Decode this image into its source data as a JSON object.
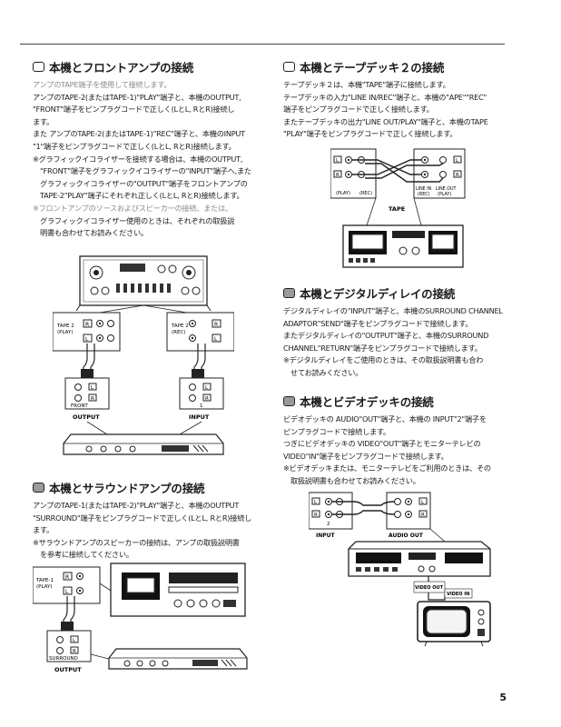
{
  "page_number": "5",
  "sections": {
    "front": {
      "title": "本機とフロントアンプの接続",
      "lines": [
        "アンプのTAPE端子を使用して接続します。",
        "アンプのTAPE-2(またはTAPE-1)\"PLAY\"端子と、本機のOUTPUT,",
        "\"FRONT\"端子をピンプラグコードで正しく(LとL, RとR)接続し",
        "ます。",
        "また アンプのTAPE-2(またはTAPE-1)\"REC\"端子と、本機のINPUT",
        "\"1\"端子をピンプラグコードで正しく(LとL, RとR)接続します。",
        "※グラフィックイコライザーを接続する場合は、本機のOUTPUT,",
        "\"FRONT\"端子をグラフィックイコライザーの\"INPUT\"端子へ,また",
        "グラフィックイコライザーの\"OUTPUT\"端子をフロントアンプの",
        "TAPE-2\"PLAY\"端子にそれぞれ正しく(LとL, RとR)接続します。",
        "※フロントアンプのソースおよびスピーカーの接続、または、",
        "グラフィックイコライザー使用のときは、それぞれの取扱説",
        "明書も合わせてお読みください。"
      ],
      "diagram": {
        "left_jack": "TAPE 2\n(PLAY)",
        "right_jack": "TAPE 2\n(REC)",
        "left_unit": "FRONT",
        "right_unit": "1",
        "left_caption": "OUTPUT",
        "right_caption": "INPUT"
      }
    },
    "tape": {
      "title": "本機とテープデッキ２の接続",
      "lines": [
        "テープデッキ２は、本機\"TAPE\"端子に接続します。",
        "テープデッキの入力\"LINE IN/REC\"端子と、本機の\"APE\"\"REC\"",
        "端子をピンプラグコードで正しく接続します。",
        "またテープデッキの出力\"LINE OUT/PLAY\"端子と、本機のTAPE",
        "\"PLAY\"端子をピンプラグコードで正しく接続します。"
      ],
      "diagram": {
        "left_labels": "(PLAY) (REC)",
        "right_left": "LINE IN\n(REC)",
        "right_right": "LINE OUT\n(PLAY)",
        "caption": "TAPE"
      }
    },
    "digital": {
      "title": "本機とデジタルディレイの接続",
      "lines": [
        "デジタルディレイの\"INPUT\"端子と、本機のSURROUND CHANNEL",
        "ADAPTOR\"SEND\"端子をピンプラグコードで接続します。",
        "またデジタルディレイの\"OUTPUT\"端子と、本機のSURROUND",
        "CHANNEL\"RETURN\"端子をピンプラグコードで接続します。",
        "※デジタルディレイをご使用のときは、その取扱説明書も合わ",
        "せてお読みください。"
      ]
    },
    "video": {
      "title": "本機とビデオデッキの接続",
      "lines": [
        "ビデオデッキの AUDIO\"OUT\"端子と、本機の INPUT\"2\"端子を",
        "ピンプラグコードで接続します。",
        "つぎにビデオデッキの VIDEO\"OUT\"端子とモニターテレビの",
        "VIDEO\"IN\"端子をピンプラグコードで接続します。",
        "※ビデオデッキまたは、モニターテレビをご利用のときは、その",
        "取扱説明書も合わせてお読みください。"
      ],
      "diagram": {
        "input_num": "2",
        "input_caption": "INPUT",
        "audio_out": "AUDIO OUT",
        "video_out": "VIDEO OUT",
        "video_in": "VIDEO IN"
      }
    },
    "surround": {
      "title": "本機とサラウンドアンプの接続",
      "lines": [
        "アンプのTAPE-1(またはTAPE-2)\"PLAY\"端子と、本機のOUTPUT",
        "\"SURROUND\"端子をピンプラグコードで正しく(LとL, RとR)接続し",
        "ます。",
        "※サラウンドアンプのスピーカーの接続は、アンプの取扱説明書",
        "を参考に接続してください。"
      ],
      "diagram": {
        "jack": "TAPE-1\n(PLAY)",
        "unit": "SURROUND",
        "caption": "OUTPUT"
      }
    }
  },
  "jack_letters": {
    "left": "L",
    "right": "R"
  }
}
